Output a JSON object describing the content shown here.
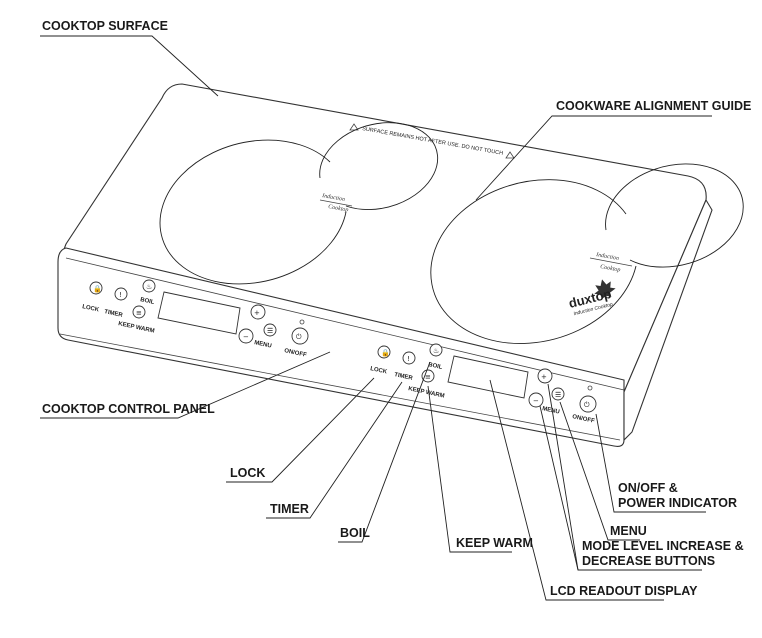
{
  "callouts": {
    "cooktop_surface": "COOKTOP SURFACE",
    "cookware_alignment_guide": "COOKWARE ALIGNMENT GUIDE",
    "cooktop_control_panel": "COOKTOP CONTROL PANEL",
    "lock": "LOCK",
    "timer": "TIMER",
    "boil": "BOIL",
    "keep_warm": "KEEP WARM",
    "lcd_readout_display": "LCD READOUT DISPLAY",
    "mode_level_line1": "MODE LEVEL INCREASE &",
    "mode_level_line2": "DECREASE BUTTONS",
    "menu": "MENU",
    "on_off_line1": "ON/OFF &",
    "on_off_line2": "POWER INDICATOR"
  },
  "surface": {
    "warning": "SURFACE REMAINS HOT AFTER USE. DO NOT TOUCH",
    "ring_label_1": "Induction",
    "ring_label_2": "Cooktop",
    "brand": "duxtop",
    "brand_sub": "Induction Cooktop"
  },
  "panel": {
    "lock": "LOCK",
    "timer": "TIMER",
    "boil": "BOIL",
    "keep_warm": "KEEP WARM",
    "menu": "MENU",
    "on_off": "ON/OFF"
  }
}
